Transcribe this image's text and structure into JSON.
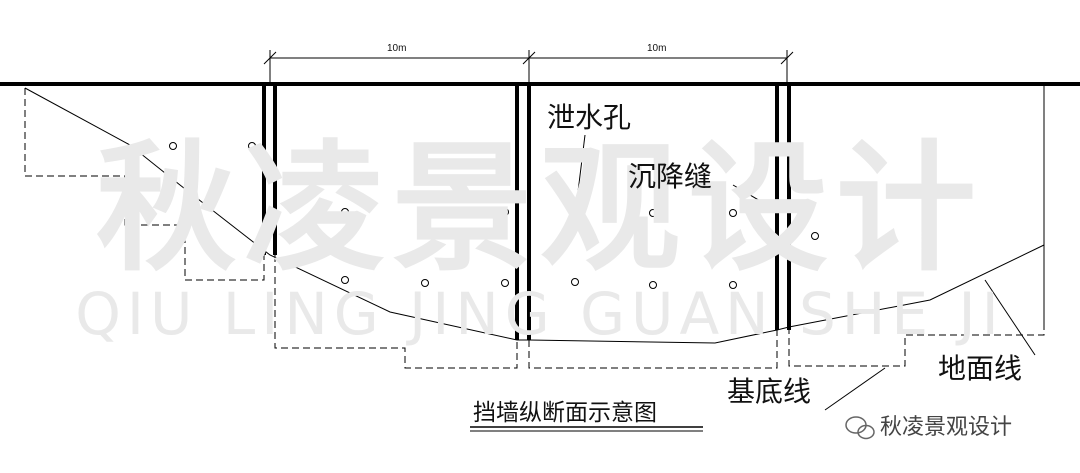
{
  "watermark": {
    "chinese": "秋凌景观设计",
    "pinyin": "QIU LING JING GUAN SHE JI"
  },
  "dimensions": {
    "span_left": "10m",
    "span_right": "10m"
  },
  "labels": {
    "drain_hole": "泄水孔",
    "settlement_joint": "沉降缝",
    "ground_line": "地面线",
    "foundation_line": "基底线"
  },
  "title": "挡墙纵断面示意图",
  "brand": {
    "name": "秋凌景观设计",
    "icon": "wechat-icon"
  },
  "colors": {
    "line": "#000000",
    "watermark": "#e9e9e9"
  }
}
